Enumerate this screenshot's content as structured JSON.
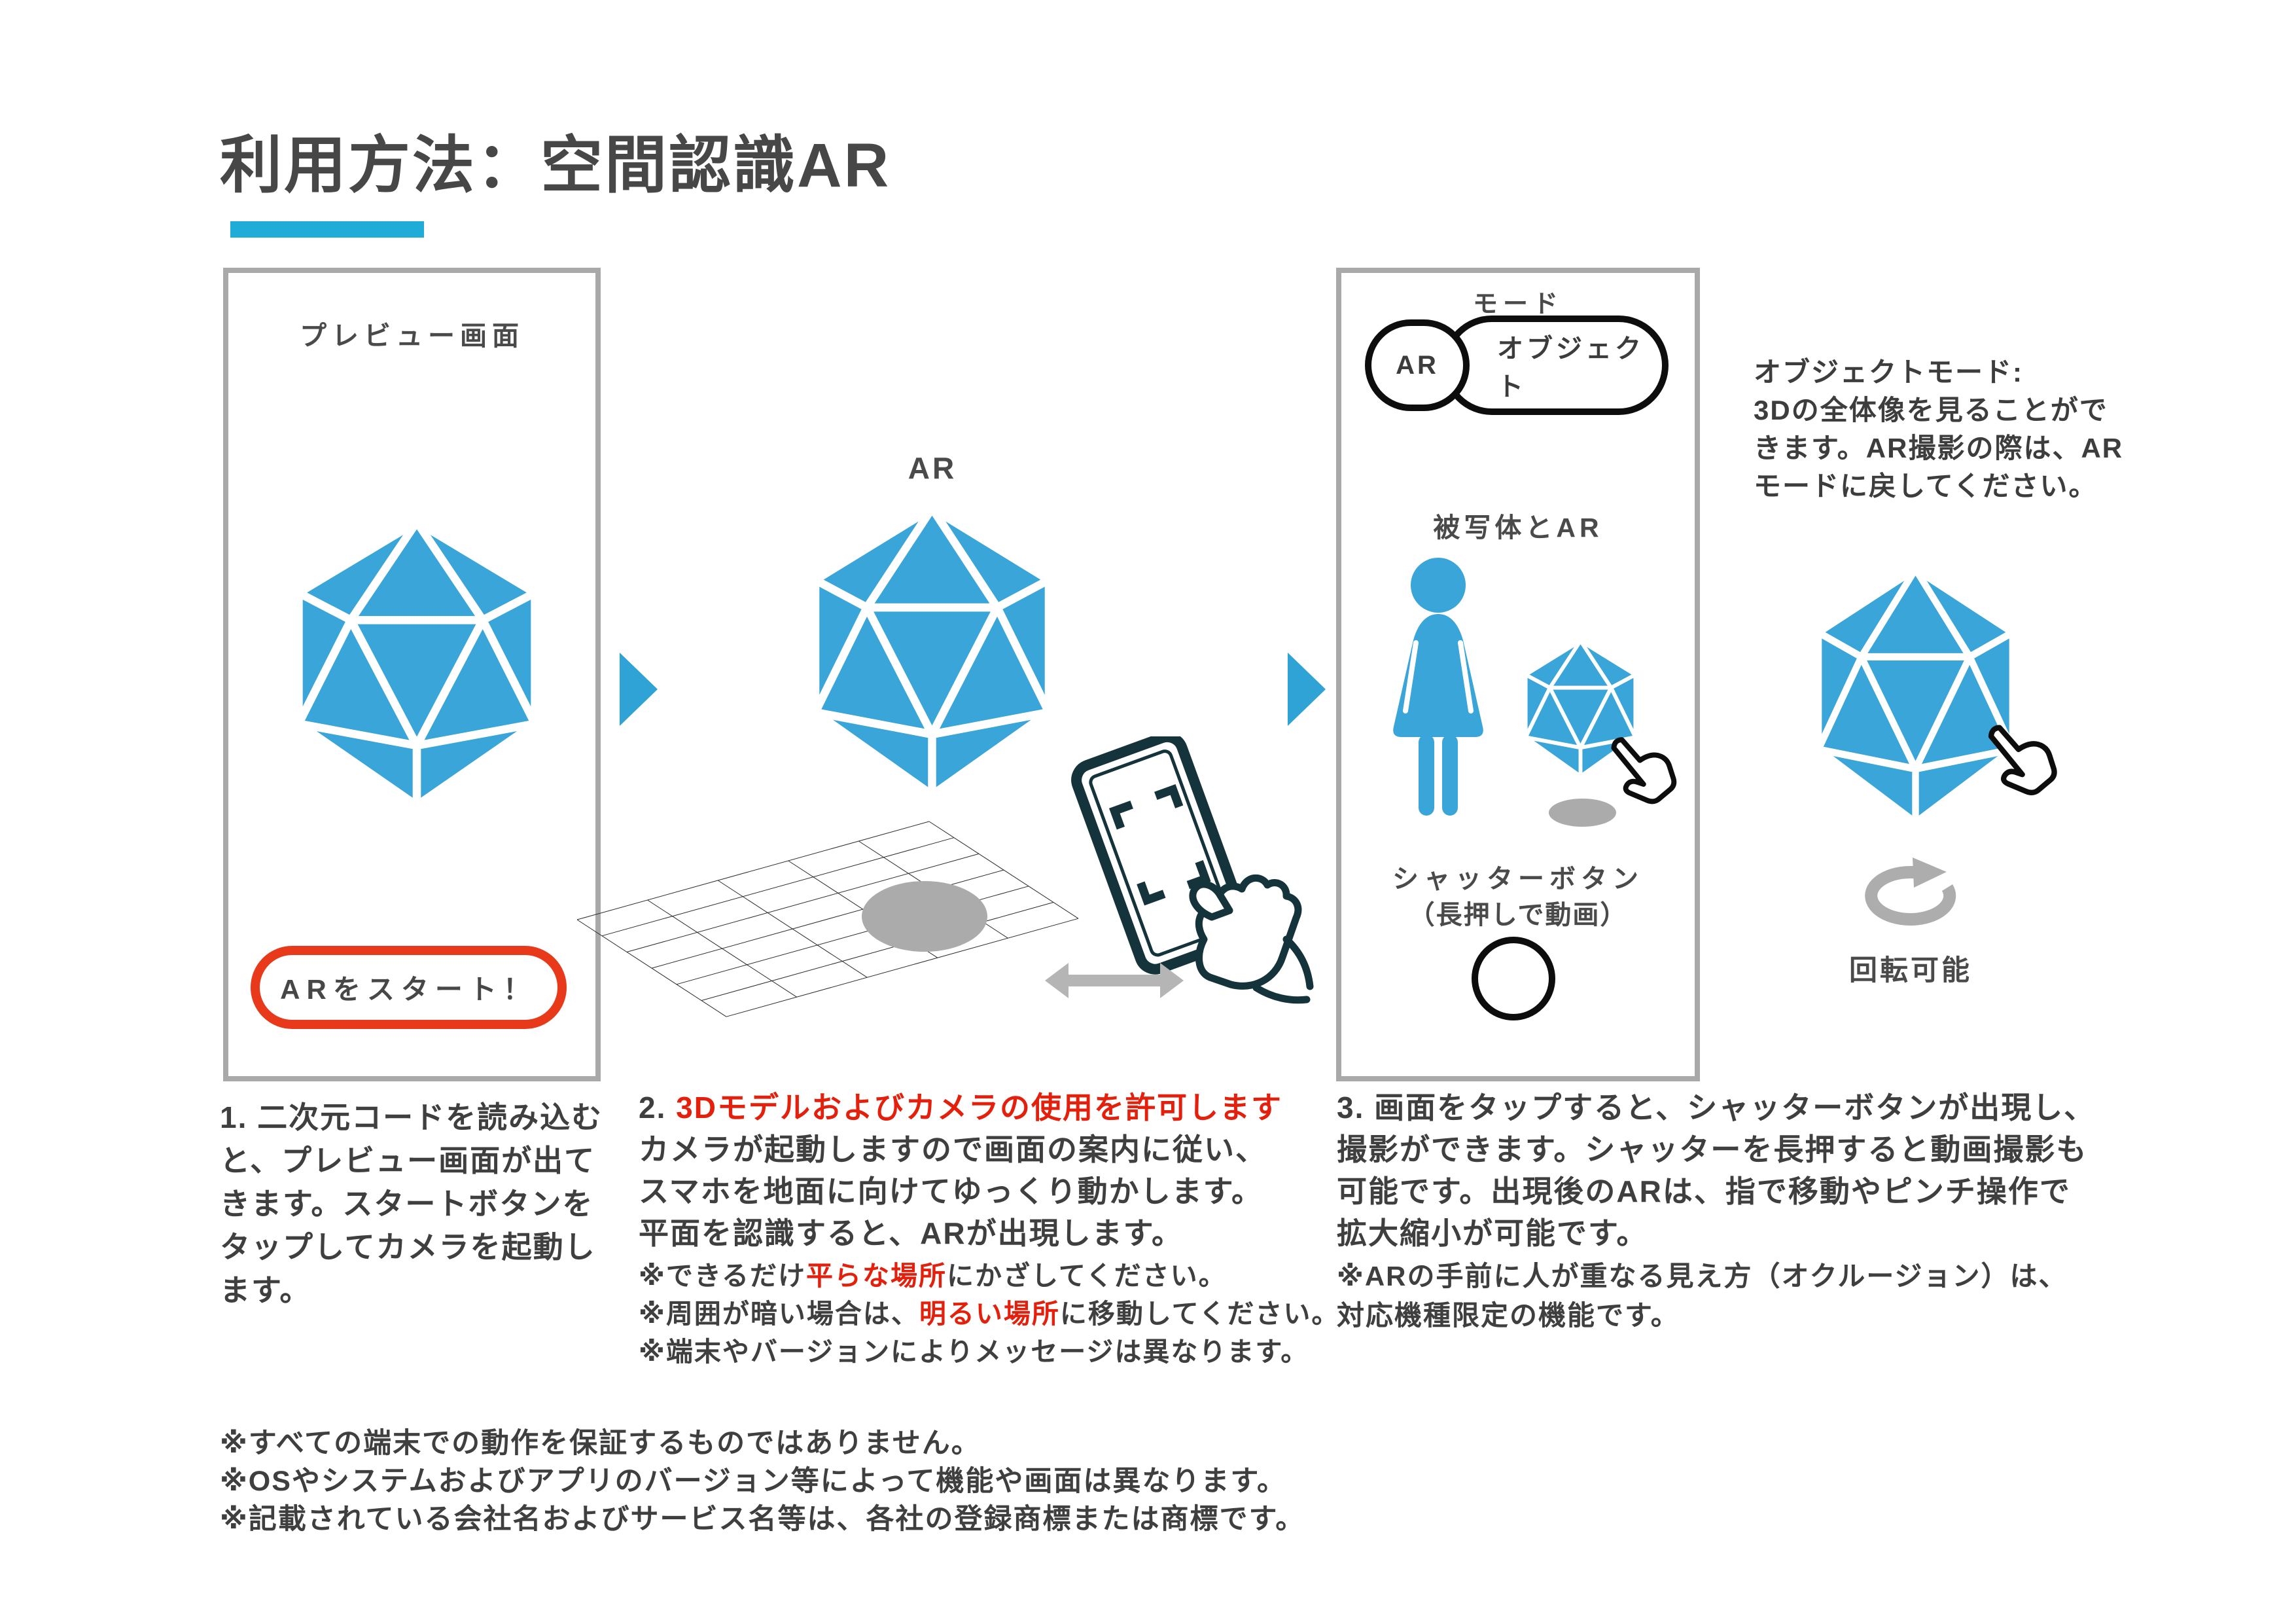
{
  "page": {
    "title": "利用方法：空間認識AR"
  },
  "colors": {
    "accent_cyan": "#1FADD8",
    "shape_blue": "#3AA5D8",
    "button_red": "#E8391A",
    "red_text": "#E41F0C",
    "panel_border": "#A9A9A9",
    "ink_dark": "#14333B",
    "text_gray": "#3F3F3F",
    "icon_gray": "#B5B5B5"
  },
  "panel1": {
    "label": "プレビュー画面",
    "start_button": "ARをスタート！"
  },
  "middle": {
    "ar_label": "AR"
  },
  "panel3": {
    "mode_label": "モード",
    "mode_ar": "AR",
    "mode_object": "オブジェクト",
    "subject_label": "被写体とAR",
    "shutter_label_line1": "シャッターボタン",
    "shutter_label_line2": "（長押しで動画）"
  },
  "side": {
    "object_mode_lines": [
      "オブジェクトモード:",
      "3Dの全体像を見ることがで",
      "きます。AR撮影の際は、AR",
      "モードに戻してください。"
    ],
    "rotate_label": "回転可能"
  },
  "steps": {
    "step1": {
      "lines": [
        "1. 二次元コードを読み込む",
        "と、プレビュー画面が出て",
        "きます。スタートボタンを",
        "タップしてカメラを起動し",
        "ます。"
      ]
    },
    "step2": {
      "number": "2. ",
      "headline": "3Dモデルおよびカメラの使用を許可します",
      "lines": [
        "カメラが起動しますので画面の案内に従い、",
        "スマホを地面に向けてゆっくり動かします。",
        "平面を認識すると、ARが出現します。"
      ],
      "note1_pre": "※できるだけ",
      "note1_em": "平らな場所",
      "note1_post": "にかざしてください。",
      "note2_pre": "※周囲が暗い場合は、",
      "note2_em": "明るい場所",
      "note2_post": "に移動してください。",
      "note3": "※端末やバージョンによりメッセージは異なります。"
    },
    "step3": {
      "lines": [
        "3. 画面をタップすると、シャッターボタンが出現し、",
        "撮影ができます。シャッターを長押すると動画撮影も",
        "可能です。出現後のARは、指で移動やピンチ操作で",
        "拡大縮小が可能です。"
      ],
      "notes": [
        "※ARの手前に人が重なる見え方（オクルージョン）は、",
        "対応機種限定の機能です。"
      ]
    }
  },
  "footer": {
    "notes": [
      "※すべての端末での動作を保証するものではありません。",
      "※OSやシステムおよびアプリのバージョン等によって機能や画面は異なります。",
      "※記載されている会社名およびサービス名等は、各社の登録商標または商標です。"
    ]
  },
  "icons": [
    "icosahedron-icon",
    "grid-plane-icon",
    "phone-scan-icon",
    "hand-pointer-icon",
    "rotate-icon",
    "arrow-right-icon",
    "double-arrow-icon",
    "woman-icon",
    "shutter-circle",
    "shadow-ellipse"
  ]
}
